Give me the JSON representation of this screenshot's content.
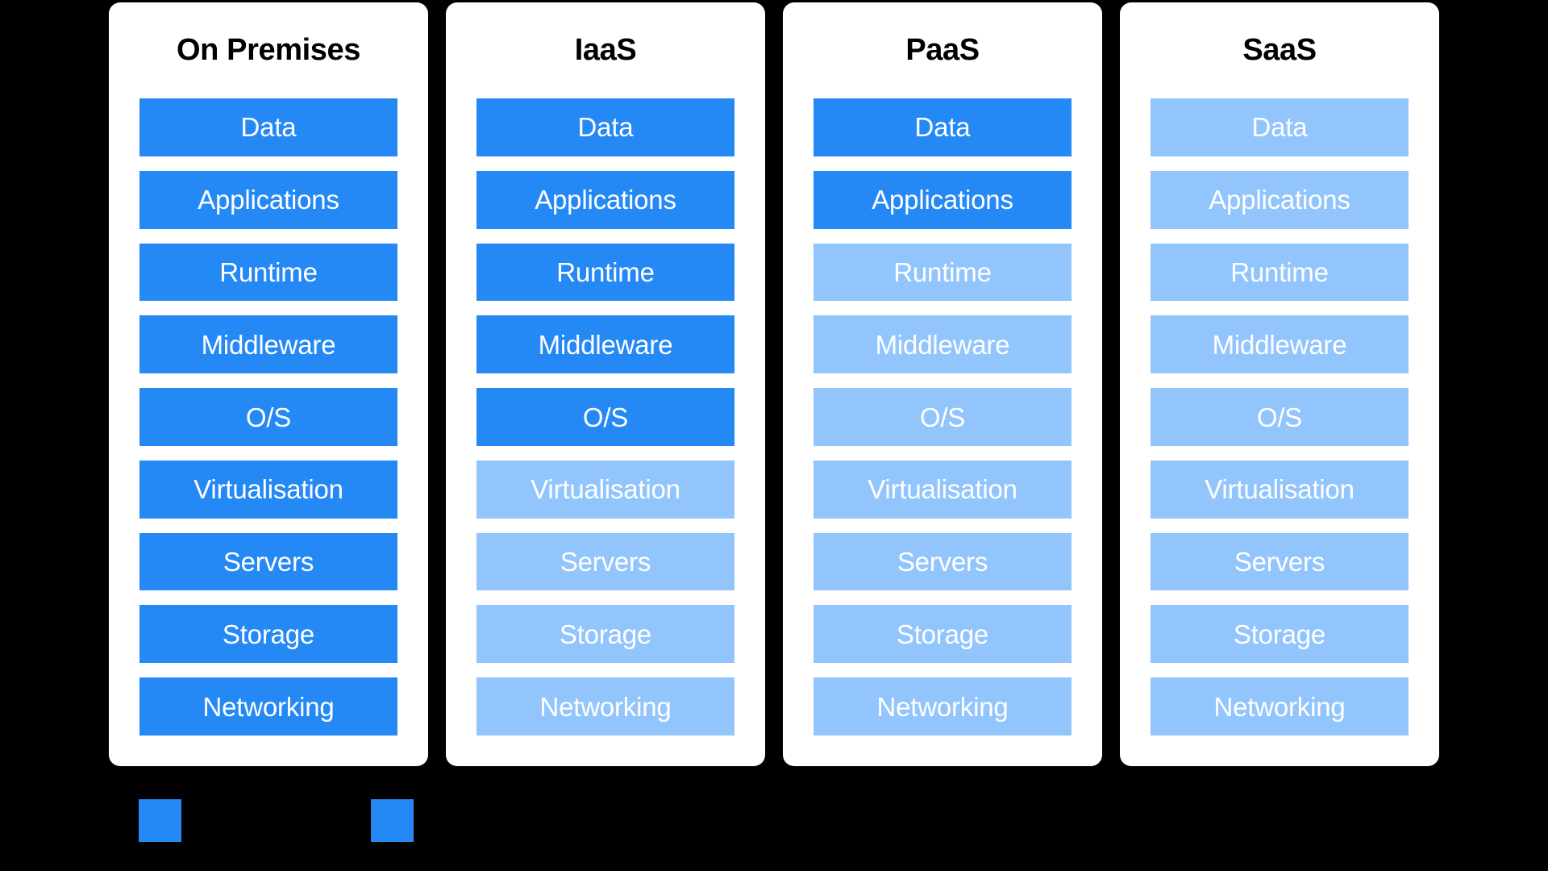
{
  "page": {
    "background_color": "#000000",
    "card_background": "#FFFFFF"
  },
  "palette": {
    "managed_color": "#2589F5",
    "provider_color": "#93C5FD",
    "title_color": "#000000",
    "bar_label_color": "#FFFFFF"
  },
  "layers": [
    "Data",
    "Applications",
    "Runtime",
    "Middleware",
    "O/S",
    "Virtualisation",
    "Servers",
    "Storage",
    "Networking"
  ],
  "columns": [
    {
      "title": "On Premises",
      "rows": [
        {
          "label": "Data",
          "tone": "dark"
        },
        {
          "label": "Applications",
          "tone": "dark"
        },
        {
          "label": "Runtime",
          "tone": "dark"
        },
        {
          "label": "Middleware",
          "tone": "dark"
        },
        {
          "label": "O/S",
          "tone": "dark"
        },
        {
          "label": "Virtualisation",
          "tone": "dark"
        },
        {
          "label": "Servers",
          "tone": "dark"
        },
        {
          "label": "Storage",
          "tone": "dark"
        },
        {
          "label": "Networking",
          "tone": "dark"
        }
      ]
    },
    {
      "title": "IaaS",
      "rows": [
        {
          "label": "Data",
          "tone": "dark"
        },
        {
          "label": "Applications",
          "tone": "dark"
        },
        {
          "label": "Runtime",
          "tone": "dark"
        },
        {
          "label": "Middleware",
          "tone": "dark"
        },
        {
          "label": "O/S",
          "tone": "dark"
        },
        {
          "label": "Virtualisation",
          "tone": "light"
        },
        {
          "label": "Servers",
          "tone": "light"
        },
        {
          "label": "Storage",
          "tone": "light"
        },
        {
          "label": "Networking",
          "tone": "light"
        }
      ]
    },
    {
      "title": "PaaS",
      "rows": [
        {
          "label": "Data",
          "tone": "dark"
        },
        {
          "label": "Applications",
          "tone": "dark"
        },
        {
          "label": "Runtime",
          "tone": "light"
        },
        {
          "label": "Middleware",
          "tone": "light"
        },
        {
          "label": "O/S",
          "tone": "light"
        },
        {
          "label": "Virtualisation",
          "tone": "light"
        },
        {
          "label": "Servers",
          "tone": "light"
        },
        {
          "label": "Storage",
          "tone": "light"
        },
        {
          "label": "Networking",
          "tone": "light"
        }
      ]
    },
    {
      "title": "SaaS",
      "rows": [
        {
          "label": "Data",
          "tone": "light"
        },
        {
          "label": "Applications",
          "tone": "light"
        },
        {
          "label": "Runtime",
          "tone": "light"
        },
        {
          "label": "Middleware",
          "tone": "light"
        },
        {
          "label": "O/S",
          "tone": "light"
        },
        {
          "label": "Virtualisation",
          "tone": "light"
        },
        {
          "label": "Servers",
          "tone": "light"
        },
        {
          "label": "Storage",
          "tone": "light"
        },
        {
          "label": "Networking",
          "tone": "light"
        }
      ]
    }
  ],
  "legend": [
    {
      "swatch_tone": "dark",
      "label": ""
    },
    {
      "swatch_tone": "dark",
      "label": ""
    }
  ]
}
